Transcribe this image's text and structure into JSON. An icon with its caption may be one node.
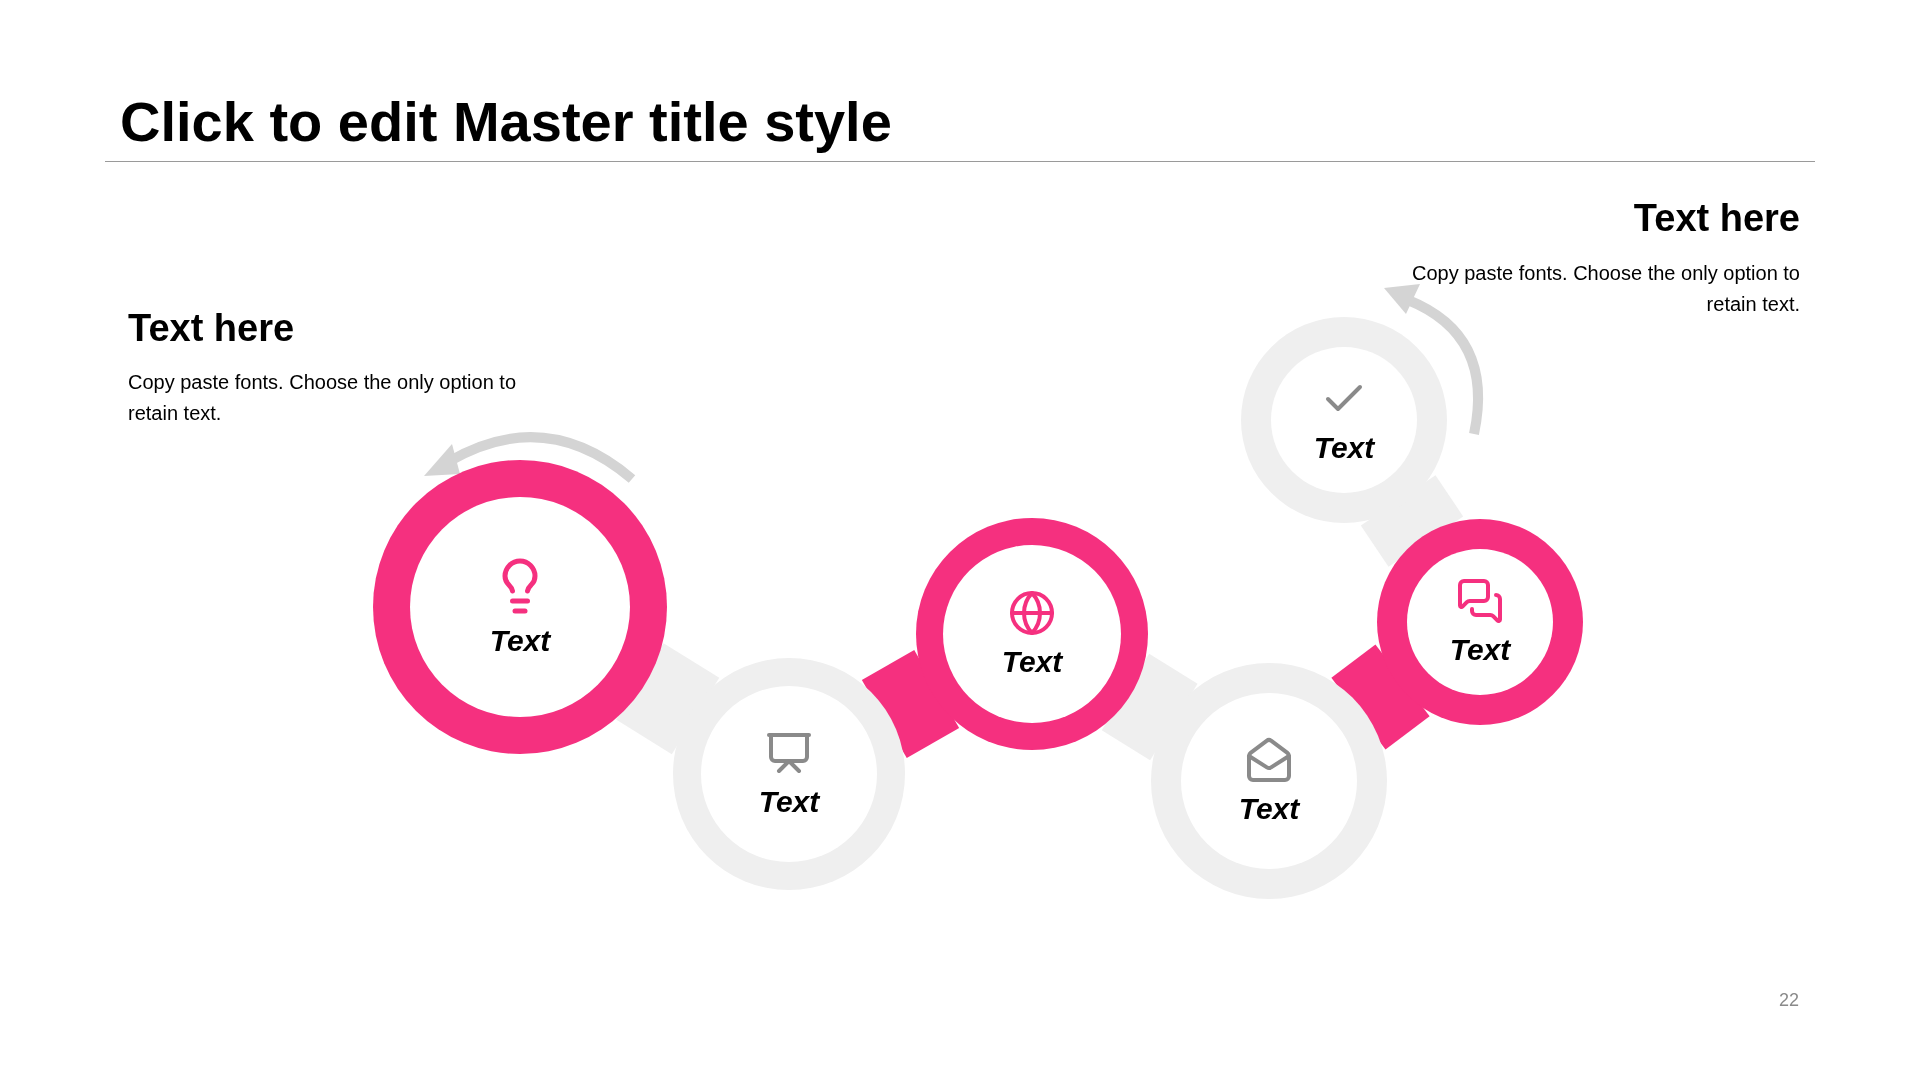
{
  "diagram": {
    "title": "Click to edit Master title style",
    "nodes": [
      {
        "text": [
          "Text"
        ]
      },
      {
        "text": [
          "Text"
        ]
      },
      {
        "text": [
          "Text"
        ]
      },
      {
        "text": [
          "Text"
        ]
      },
      {
        "text": [
          "Text"
        ]
      },
      {
        "text": [
          "Text"
        ]
      }
    ],
    "edges": [
      {
        "from": 0,
        "to": 1,
        "arrow": "none"
      },
      {
        "from": 1,
        "to": 2,
        "arrow": "none",
        "color": "#f5307f"
      },
      {
        "from": 2,
        "to": 3,
        "arrow": "none"
      },
      {
        "from": 3,
        "to": 4,
        "arrow": "none",
        "color": "#f5307f"
      },
      {
        "from": 4,
        "to": 5,
        "arrow": "none"
      }
    ],
    "labels": [
      "Text here",
      "Copy paste fonts. Choose the only option to retain text.",
      "Text here",
      "Copy paste fonts. Choose the only option to retain text.",
      "22"
    ]
  }
}
